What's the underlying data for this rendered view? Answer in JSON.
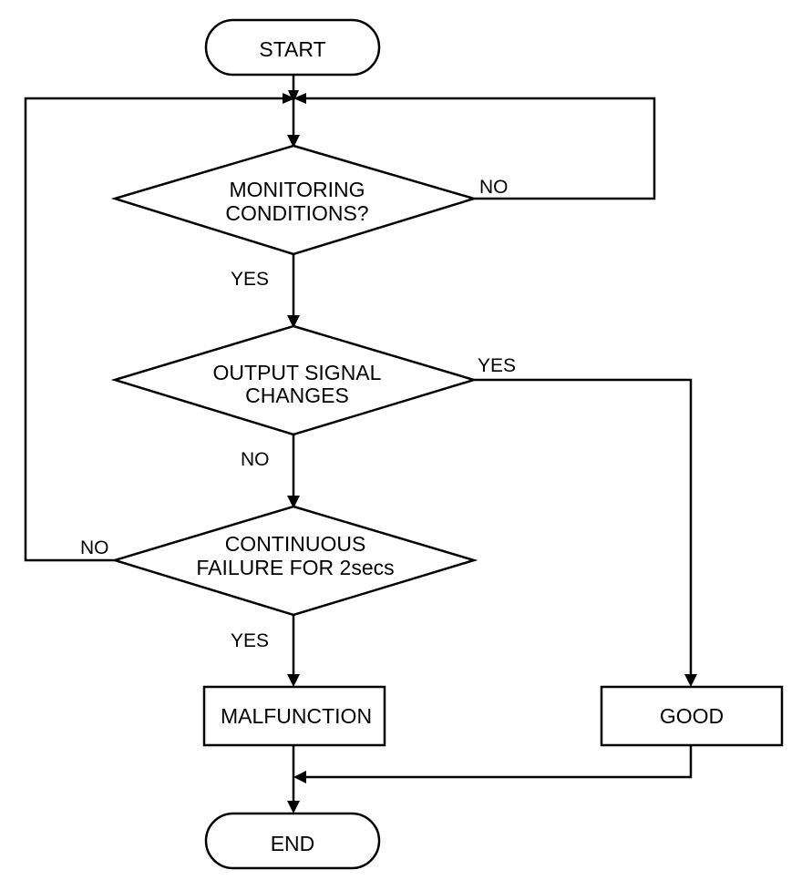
{
  "flowchart": {
    "start": "START",
    "end": "END",
    "decision_monitoring": [
      "MONITORING",
      "CONDITIONS?"
    ],
    "decision_output_signal": [
      "OUTPUT SIGNAL",
      "CHANGES"
    ],
    "decision_continuous_failure": [
      "CONTINUOUS",
      "FAILURE FOR 2secs"
    ],
    "process_malfunction": "MALFUNCTION",
    "process_good": "GOOD",
    "labels": {
      "monitoring_yes": "YES",
      "monitoring_no": "NO",
      "output_signal_yes": "YES",
      "output_signal_no": "NO",
      "continuous_failure_yes": "YES",
      "continuous_failure_no": "NO"
    }
  }
}
